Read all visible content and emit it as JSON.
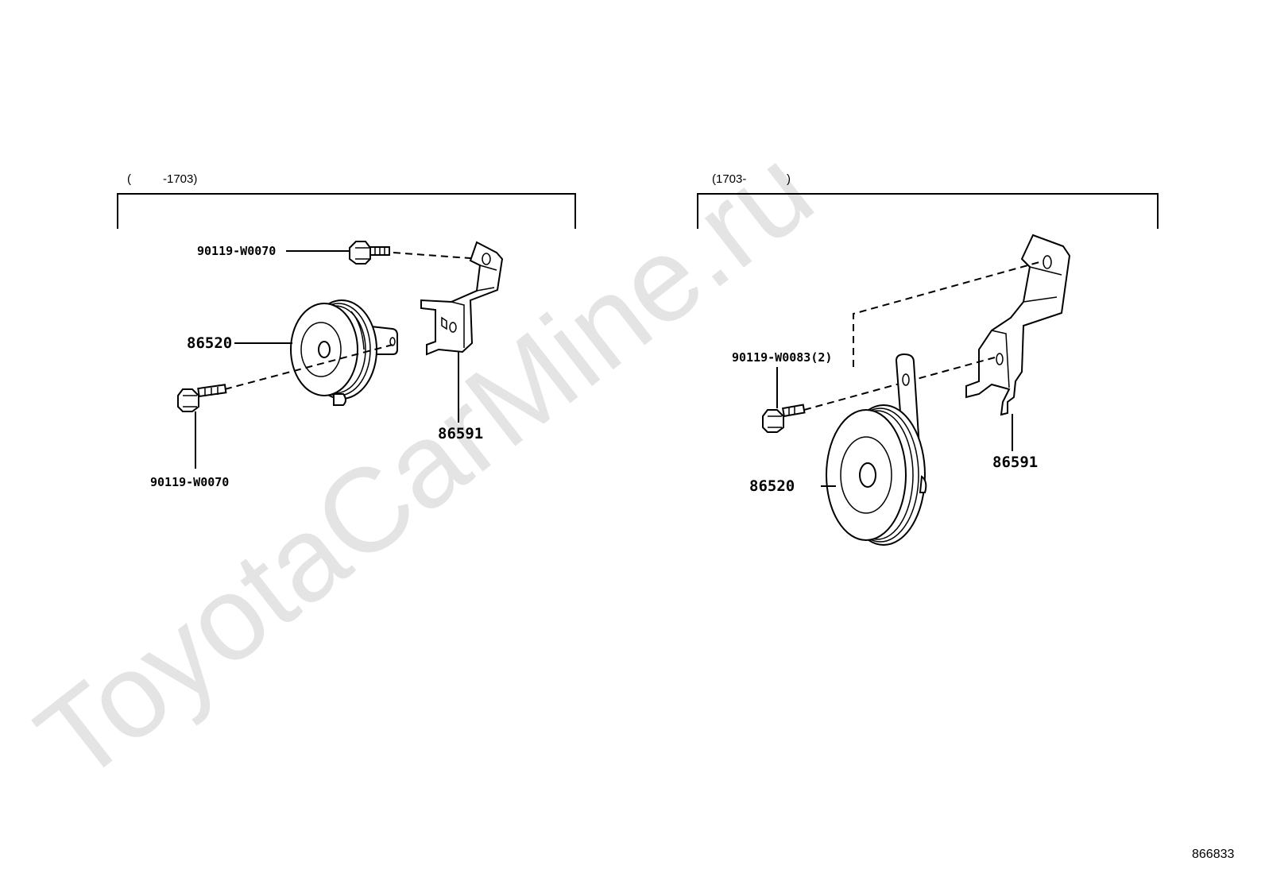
{
  "watermark": "ToyotaCarMine.ru",
  "left_group": {
    "range_open": "(",
    "range_label": "-1703)",
    "labels": {
      "bolt_top": "90119-W0070",
      "horn": "86520",
      "bolt_bottom": "90119-W0070",
      "bracket": "86591"
    }
  },
  "right_group": {
    "range_label": "(1703-",
    "range_close": ")",
    "labels": {
      "bolt": "90119-W0083(2)",
      "horn": "86520",
      "bracket": "86591"
    }
  },
  "reference_number": "866833"
}
